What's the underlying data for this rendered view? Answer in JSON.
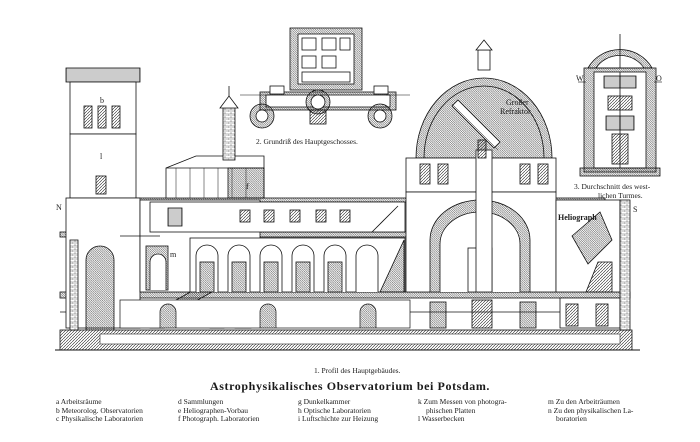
{
  "labels": {
    "plan_caption": "2. Grundriß des Hauptgeschosses.",
    "section_caption_line1": "3. Durchschnitt des west-",
    "section_caption_line2": "lichen Turmes.",
    "profile_caption": "1. Profil des Hauptgebäudes.",
    "refraktor_line1": "Großer",
    "refraktor_line2": "Refraktor",
    "heliograph": "Heliograph",
    "n_marker": "N",
    "s_marker": "S",
    "w_marker": "W",
    "o_marker": "O",
    "b_room": "b",
    "l_room": "l",
    "f_room": "f",
    "m_room": "m"
  },
  "title": "Astrophysikalisches Observatorium bei Potsdam.",
  "legend": {
    "col1": [
      "a Arbeitsräume",
      "b Meteorolog. Observatorien",
      "c Physikalische Laboratorien"
    ],
    "col2": [
      "d Sammlungen",
      "e Heliographen-Vorbau",
      "f Photograph. Laboratorien"
    ],
    "col3": [
      "g Dunkelkammer",
      "h Optische Laboratorien",
      "i Luftschichte zur Heizung"
    ],
    "col4": [
      "k Zum Messen von photogra-",
      "phischen Platten",
      "l Wasserbecken"
    ],
    "col5": [
      "m Zu den Arbeiträumen",
      "n Zu den physikalischen La-",
      "boratorien"
    ]
  }
}
